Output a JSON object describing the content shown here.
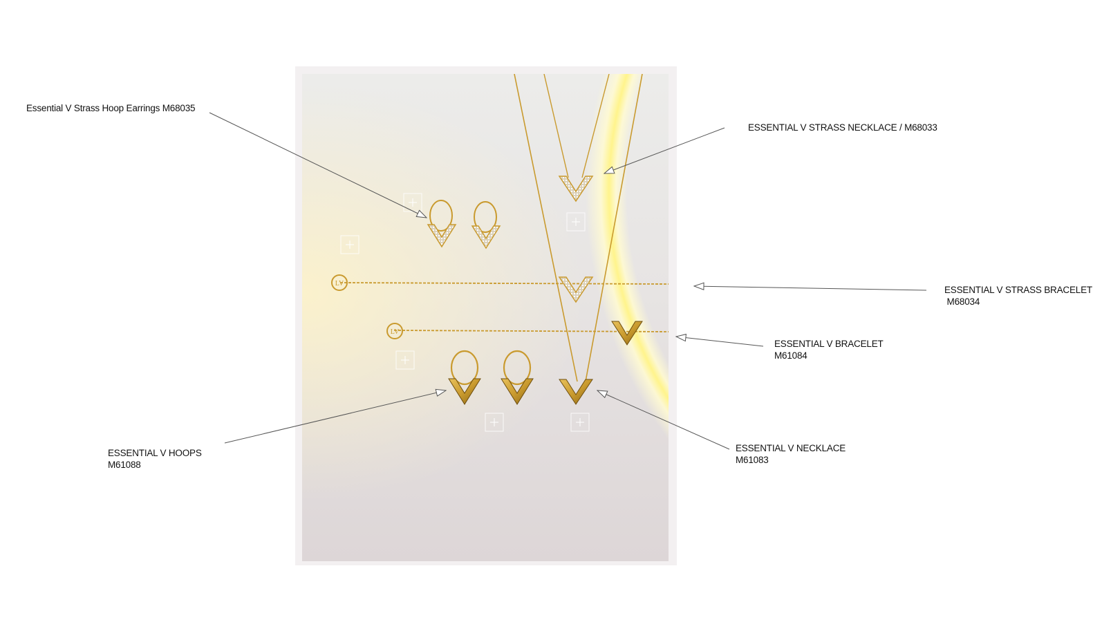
{
  "callouts": {
    "strass_hoop_earrings": {
      "line1": "Essential V Strass Hoop Earrings M68035",
      "line2": ""
    },
    "strass_necklace": {
      "line1": "ESSENTIAL V STRASS NECKLACE / M68033",
      "line2": ""
    },
    "strass_bracelet": {
      "line1": "ESSENTIAL V STRASS BRACELET",
      "line2": " M68034"
    },
    "bracelet": {
      "line1": "ESSENTIAL V BRACELET",
      "line2": "M61084"
    },
    "necklace": {
      "line1": "ESSENTIAL V NECKLACE",
      "line2": "M61083"
    },
    "hoops": {
      "line1": "ESSENTIAL V HOOPS",
      "line2": "M61088"
    }
  },
  "colors": {
    "gold": "#c99a2e",
    "gold_dark": "#8a6414",
    "arrow": "#555555",
    "plus_marker": "#ffffff"
  },
  "icons": [
    "plus-marker-icon",
    "lv-monogram-charm-icon",
    "v-pendant-icon",
    "v-strass-pendant-icon"
  ]
}
